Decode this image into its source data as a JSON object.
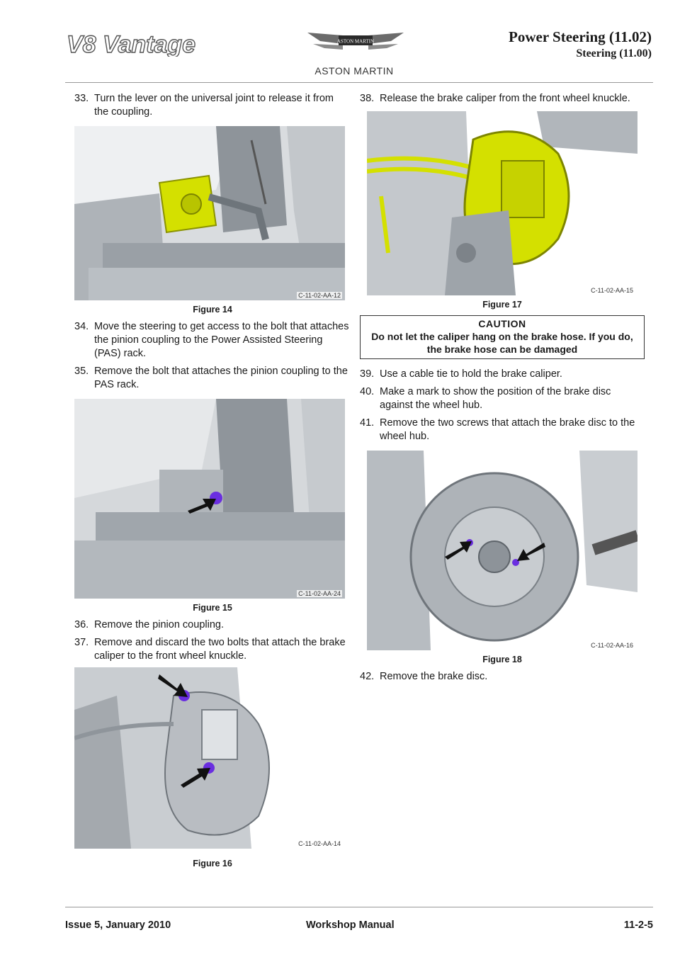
{
  "header": {
    "model_logo": "V8 Vantage",
    "maker": "ASTON MARTIN",
    "emblem_text": "ASTON MARTIN",
    "section": "Power Steering (11.02)",
    "subsection": "Steering (11.00)"
  },
  "left_column": {
    "step33": {
      "num": "33.",
      "text": "Turn the lever on the universal joint to release it from the coupling."
    },
    "fig14": {
      "code": "C-11-02-AA-12",
      "caption": "Figure 14"
    },
    "step34": {
      "num": "34.",
      "text": "Move the steering to get access to the bolt that attaches the pinion coupling to the Power Assisted Steering (PAS) rack."
    },
    "step35": {
      "num": "35.",
      "text": "Remove the bolt that attaches the pinion coupling to the PAS rack."
    },
    "fig15": {
      "code": "C-11-02-AA-24",
      "caption": "Figure 15"
    },
    "step36": {
      "num": "36.",
      "text": "Remove the pinion coupling."
    },
    "step37": {
      "num": "37.",
      "text": "Remove and discard the two bolts that attach the brake caliper to the front wheel knuckle."
    },
    "fig16": {
      "code": "C-11-02-AA-14",
      "caption": "Figure 16"
    }
  },
  "right_column": {
    "step38": {
      "num": "38.",
      "text": "Release the brake caliper from the front wheel knuckle."
    },
    "fig17": {
      "code": "C-11-02-AA-15",
      "caption": "Figure 17"
    },
    "caution": {
      "heading": "CAUTION",
      "text": "Do not let the caliper hang on the brake hose. If you do, the brake hose can be damaged"
    },
    "step39": {
      "num": "39.",
      "text": "Use a cable tie to hold the brake caliper."
    },
    "step40": {
      "num": "40.",
      "text": "Make a mark to show the position of the brake disc against the wheel hub."
    },
    "step41": {
      "num": "41.",
      "text": "Remove the two screws that attach the brake disc to the wheel hub."
    },
    "fig18": {
      "code": "C-11-02-AA-16",
      "caption": "Figure 18"
    },
    "step42": {
      "num": "42.",
      "text": "Remove the brake disc."
    }
  },
  "footer": {
    "issue": "Issue 5, January 2010",
    "manual": "Workshop Manual",
    "page": "11-2-5"
  },
  "colors": {
    "highlight_yellow": "#d4e000",
    "bolt_purple": "#6a2ee0",
    "metal_grey": "#b8bcc0"
  }
}
